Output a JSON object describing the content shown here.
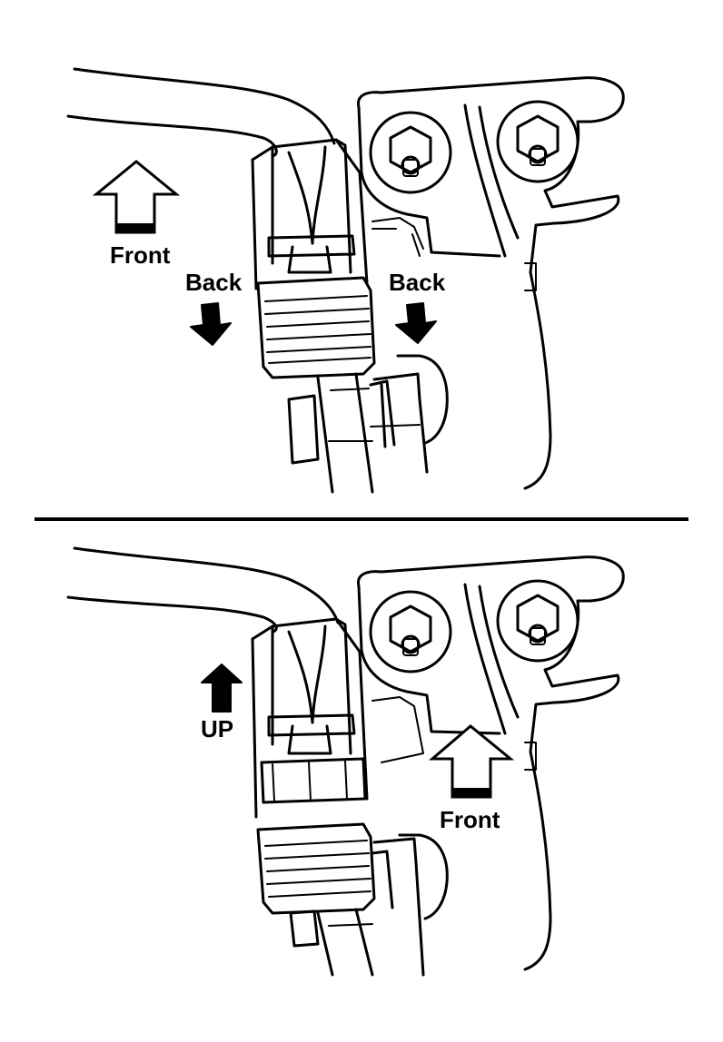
{
  "panels": [
    {
      "id": "top",
      "labels": {
        "front": "Front",
        "back_left": "Back",
        "back_right": "Back"
      }
    },
    {
      "id": "bottom",
      "labels": {
        "up": "UP",
        "front": "Front"
      }
    }
  ],
  "icons": {
    "front_arrow": "hollow-up-arrow",
    "back_arrow": "solid-down-arrow",
    "up_arrow": "solid-up-arrow"
  },
  "colors": {
    "ink": "#000000",
    "paper": "#ffffff"
  }
}
